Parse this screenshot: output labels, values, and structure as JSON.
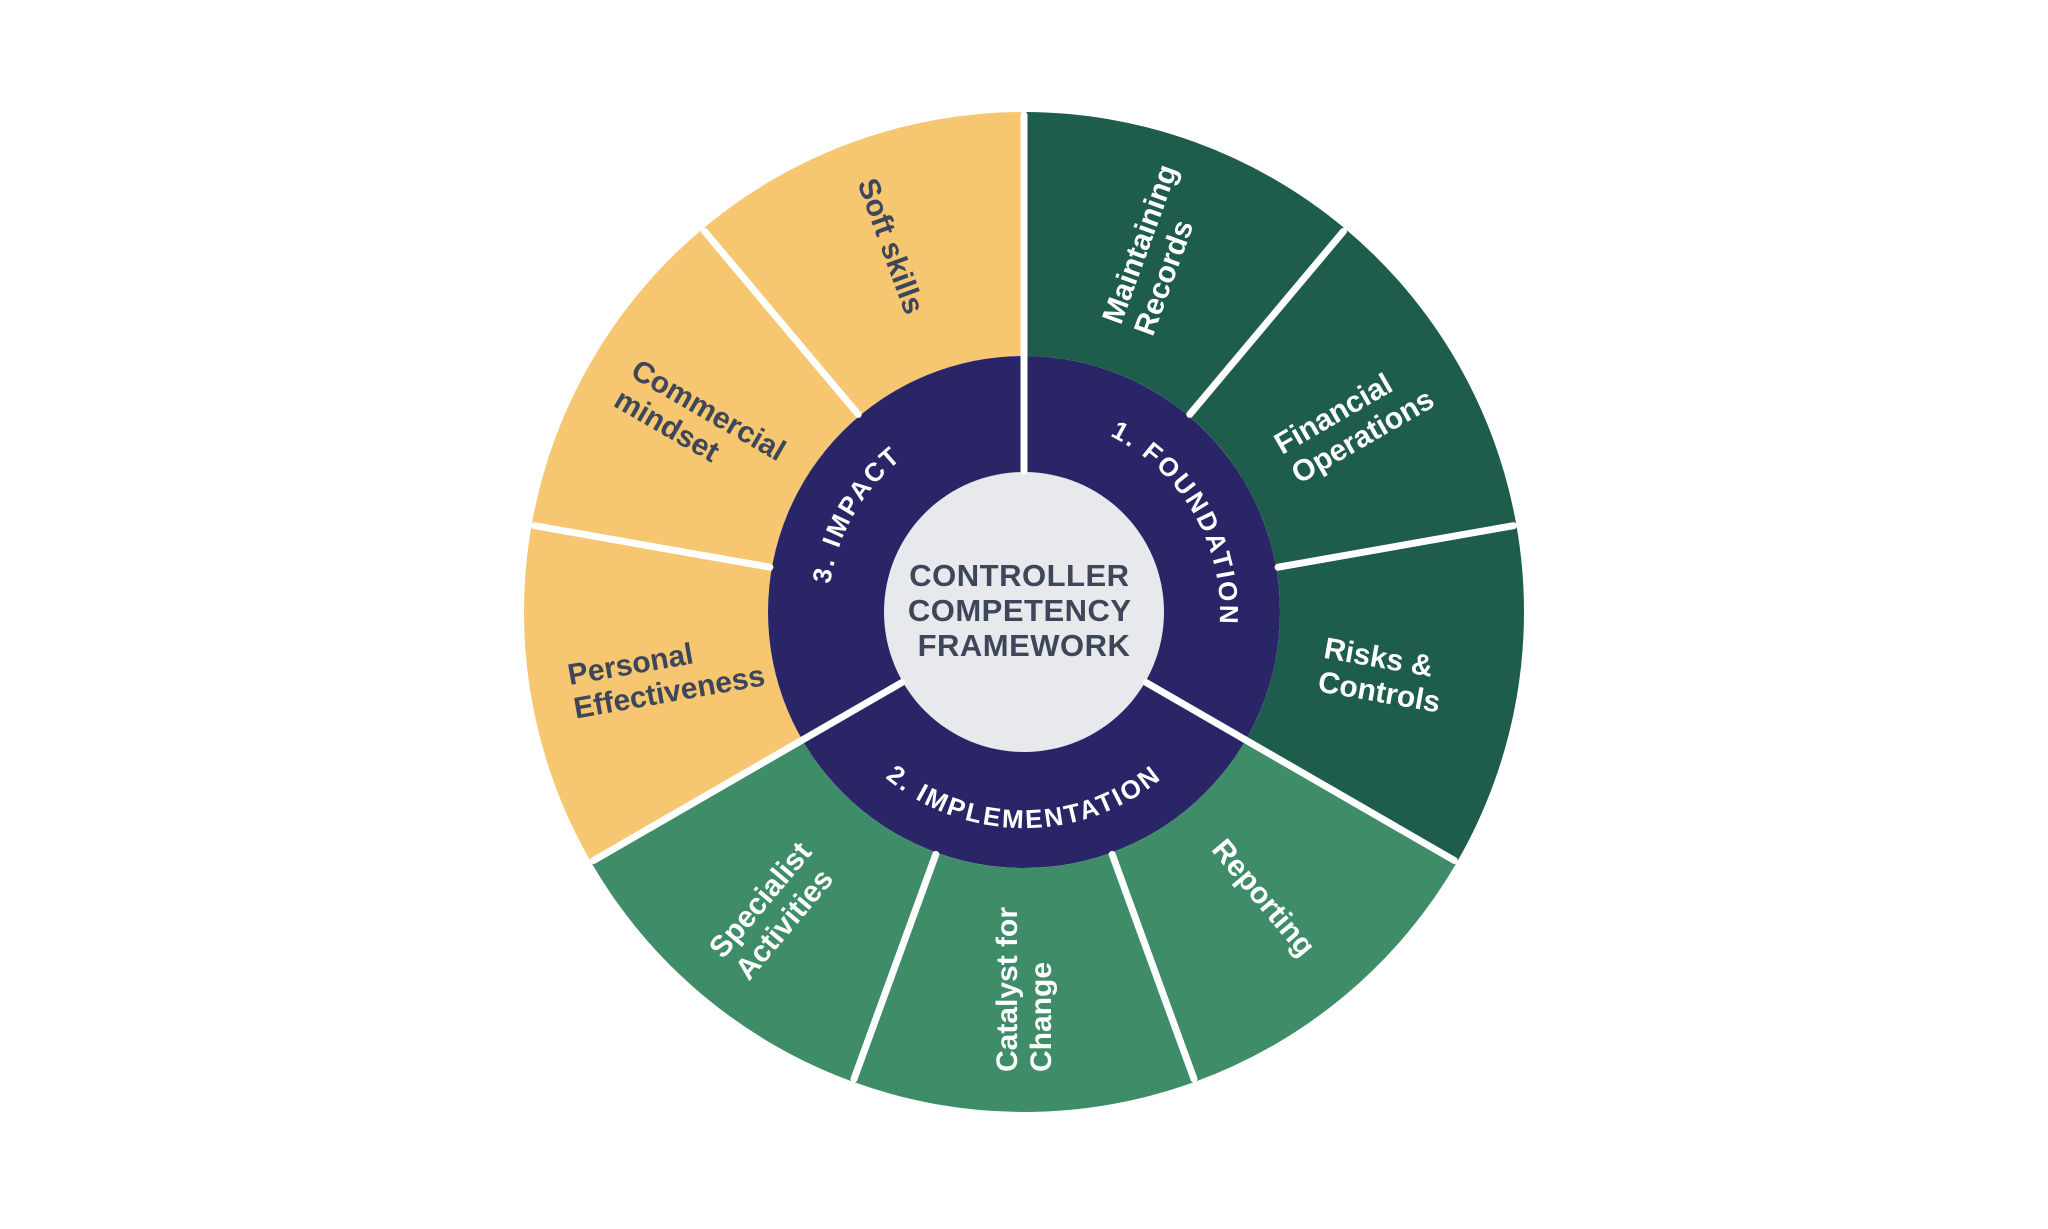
{
  "colors": {
    "background": "#FFFFFF",
    "foundation_green": "#1E5C4C",
    "implementation_green": "#3E8D68",
    "impact_yellow": "#F6C670",
    "inner_ring_navy": "#2A2567",
    "center_circle_gray": "#E8E9ED",
    "divider_white": "#FFFFFF",
    "dark_text": "#3E4659",
    "light_text": "#FFFFFF"
  },
  "wheel": {
    "center_title_lines": [
      "CONTROLLER",
      "COMPETENCY",
      "FRAMEWORK"
    ],
    "groups": [
      {
        "name": "1. FOUNDATION",
        "color": "#1E5C4C",
        "segments": [
          {
            "label": "Maintaining Records",
            "lines": [
              "Maintaining",
              "Records"
            ]
          },
          {
            "label": "Financial Operations",
            "lines": [
              "Financial",
              "Operations"
            ]
          },
          {
            "label": "Risks & Controls",
            "lines": [
              "Risks &",
              "Controls"
            ]
          }
        ]
      },
      {
        "name": "2. IMPLEMENTATION",
        "color": "#3E8D68",
        "segments": [
          {
            "label": "Reporting",
            "lines": [
              "Reporting"
            ]
          },
          {
            "label": "Catalyst for Change",
            "lines": [
              "Catalyst for",
              "Change"
            ]
          },
          {
            "label": "Specialist Activities",
            "lines": [
              "Specialist",
              "Activities"
            ]
          }
        ]
      },
      {
        "name": "3. IMPACT",
        "color": "#F6C670",
        "segments": [
          {
            "label": "Personal Effectiveness",
            "lines": [
              "Personal",
              "Effectiveness"
            ]
          },
          {
            "label": "Commercial mindset",
            "lines": [
              "Commercial",
              "mindset"
            ]
          },
          {
            "label": "Soft skills",
            "lines": [
              "Soft skills"
            ]
          }
        ]
      }
    ]
  }
}
